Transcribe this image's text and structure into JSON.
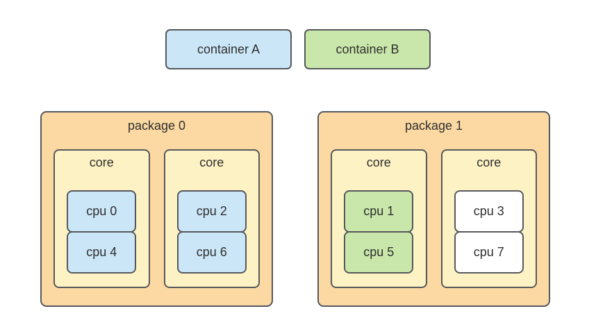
{
  "legend": {
    "items": [
      {
        "label": "container A",
        "color": "#cbe6f7"
      },
      {
        "label": "container B",
        "color": "#c9e7aa"
      }
    ]
  },
  "packages": [
    {
      "title": "package 0",
      "cores": [
        {
          "title": "core",
          "cpus": [
            {
              "label": "cpu 0",
              "container": "container A"
            },
            {
              "label": "cpu 4",
              "container": "container A"
            }
          ]
        },
        {
          "title": "core",
          "cpus": [
            {
              "label": "cpu 2",
              "container": "container A"
            },
            {
              "label": "cpu 6",
              "container": "container A"
            }
          ]
        }
      ]
    },
    {
      "title": "package 1",
      "cores": [
        {
          "title": "core",
          "cpus": [
            {
              "label": "cpu 1",
              "container": "container B"
            },
            {
              "label": "cpu 5",
              "container": "container B"
            }
          ]
        },
        {
          "title": "core",
          "cpus": [
            {
              "label": "cpu 3",
              "container": "none"
            },
            {
              "label": "cpu 7",
              "container": "none"
            }
          ]
        }
      ]
    }
  ],
  "colors": {
    "container_a_fill": "#cbe6f7",
    "container_b_fill": "#c9e7aa",
    "unassigned_cpu_fill": "#ffffff",
    "package_fill": "#fcd9a2",
    "core_fill": "#fdf2c3",
    "stroke": "#55585d",
    "text": "#2f2f2f",
    "background": "#ffffff"
  }
}
